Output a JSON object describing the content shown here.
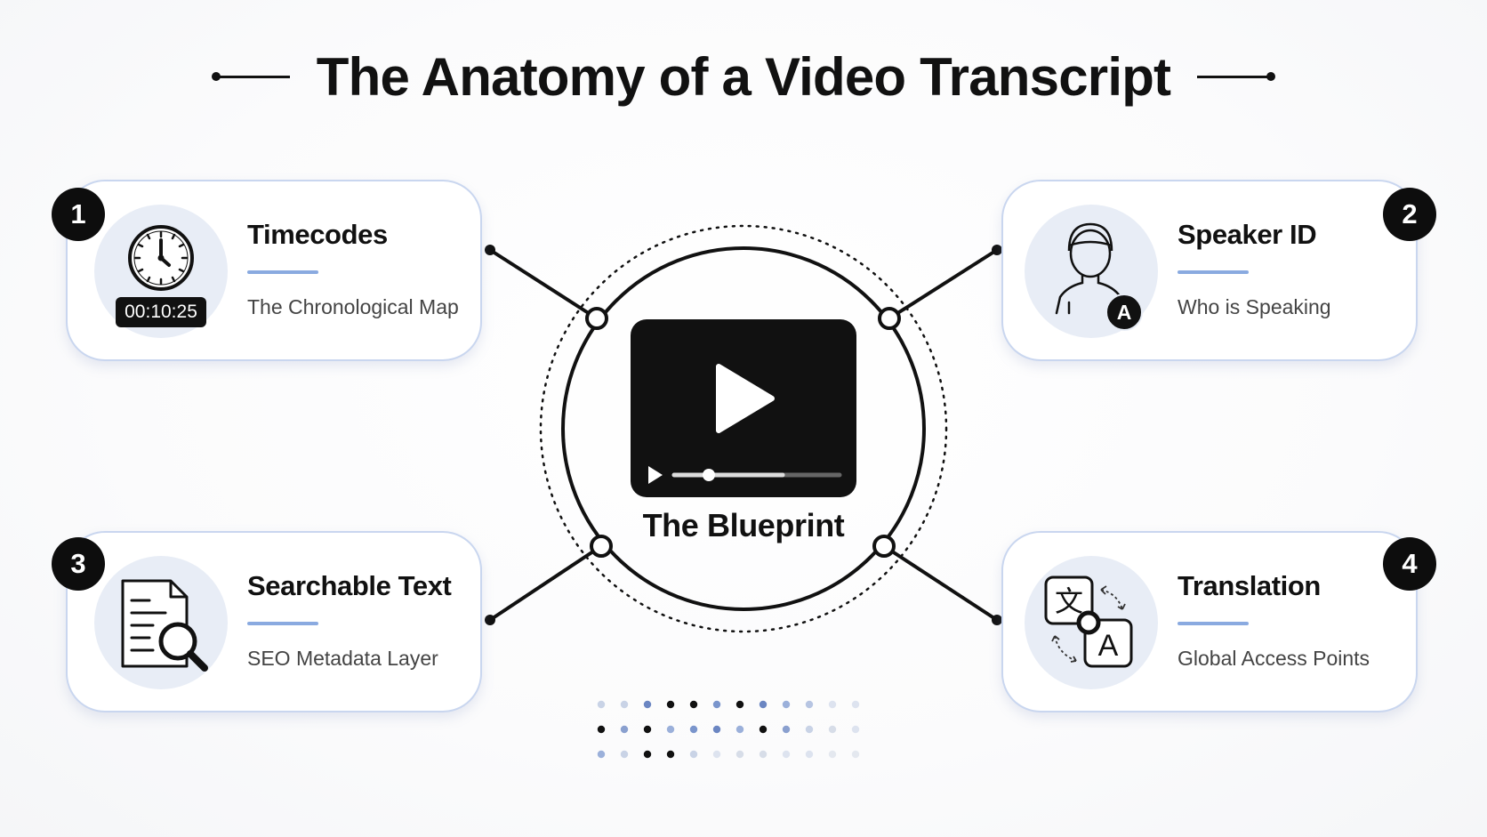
{
  "title": "The Anatomy of a Video Transcript",
  "center": {
    "label": "The Blueprint",
    "icon": "video-player-icon"
  },
  "cards": [
    {
      "number": "1",
      "title": "Timecodes",
      "subtitle": "The Chronological Map",
      "icon": "clock-icon",
      "timecode": "00:10:25"
    },
    {
      "number": "2",
      "title": "Speaker ID",
      "subtitle": "Who is Speaking",
      "icon": "person-icon",
      "speaker_letter": "A"
    },
    {
      "number": "3",
      "title": "Searchable Text",
      "subtitle": "SEO Metadata Layer",
      "icon": "document-search-icon"
    },
    {
      "number": "4",
      "title": "Translation",
      "subtitle": "Global Access Points",
      "icon": "translate-icon",
      "glyph_source": "文",
      "glyph_target": "A"
    }
  ],
  "colors": {
    "accent": "#8aaae0",
    "card_border": "#c9d6ef",
    "icon_bg": "#e8edf6",
    "ink": "#111111"
  }
}
